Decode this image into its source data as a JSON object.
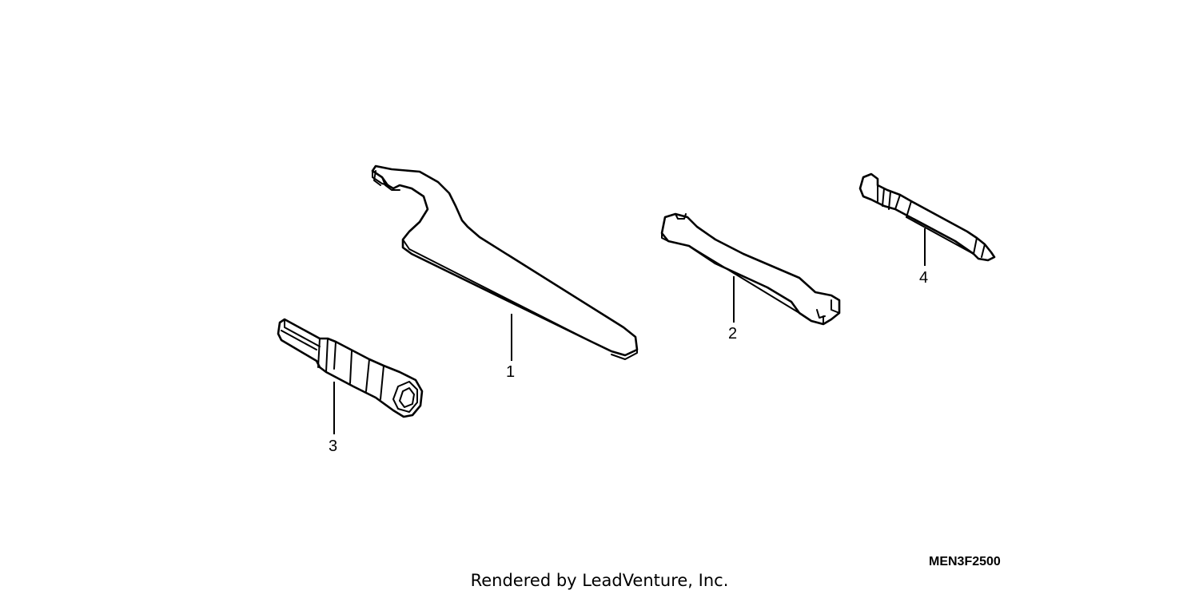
{
  "callouts": [
    {
      "id": "1",
      "label": "1"
    },
    {
      "id": "2",
      "label": "2"
    },
    {
      "id": "3",
      "label": "3"
    },
    {
      "id": "4",
      "label": "4"
    }
  ],
  "part_code": "MEN3F2500",
  "footer": "Rendered by LeadVenture, Inc."
}
